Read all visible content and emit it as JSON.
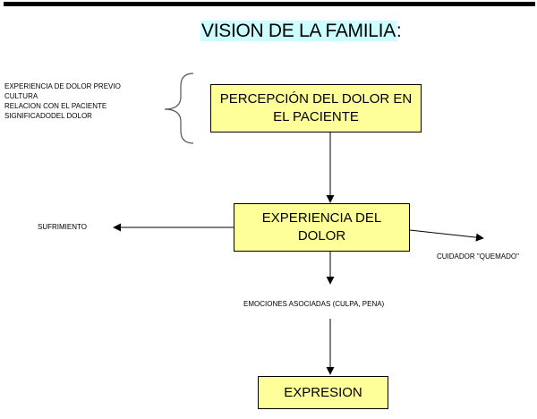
{
  "title": {
    "highlighted": "VISION DE LA FAMILIA",
    "suffix": ":"
  },
  "factors": [
    "EXPERIENCIA DE DOLOR PREVIO",
    "CULTURA",
    "RELACION CON EL PACIENTE",
    "SIGNIFICADODEL DOLOR"
  ],
  "nodes": {
    "percepcion": {
      "line1": "PERCEPCIÓN DEL DOLOR EN",
      "line2": "EL PACIENTE"
    },
    "experiencia": {
      "line1": "EXPERIENCIA DEL",
      "line2": "DOLOR"
    },
    "expresion": {
      "label": "EXPRESION"
    }
  },
  "labels": {
    "sufrimiento": "SUFRIMIENTO",
    "cuidador": "CUIDADOR \"QUEMADO\"",
    "emociones": "EMOCIONES ASOCIADAS (CULPA, PENA)"
  },
  "colors": {
    "box_fill": "#ffff99",
    "title_highlight": "#ccffff"
  }
}
